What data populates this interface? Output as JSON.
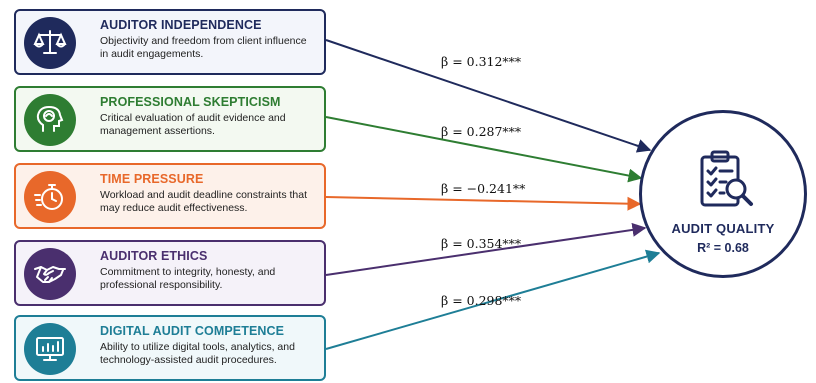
{
  "factors": [
    {
      "title": "AUDITOR INDEPENDENCE",
      "description": "Objectivity and freedom from client influence in audit engagements.",
      "icon": "scales-icon",
      "color": "#1f2a5c",
      "bg": "#f3f5fb",
      "beta": "β = 0.312***"
    },
    {
      "title": "PROFESSIONAL SKEPTICISM",
      "description": "Critical evaluation of audit evidence and management assertions.",
      "icon": "brain-head-icon",
      "color": "#2e7d32",
      "bg": "#f3f9f1",
      "beta": "β = 0.287***"
    },
    {
      "title": "TIME PRESSURE",
      "description": "Workload and audit deadline constraints that may reduce audit effectiveness.",
      "icon": "stopwatch-icon",
      "color": "#e8682a",
      "bg": "#fdf1ea",
      "beta": "β = −0.241**"
    },
    {
      "title": "AUDITOR ETHICS",
      "description": "Commitment to integrity, honesty, and professional responsibility.",
      "icon": "handshake-icon",
      "color": "#4a2f6e",
      "bg": "#f5f2f9",
      "beta": "β = 0.354***"
    },
    {
      "title": "DIGITAL AUDIT COMPETENCE",
      "description": "Ability to utilize digital tools, analytics, and technology-assisted audit procedures.",
      "icon": "monitor-chart-icon",
      "color": "#1e7e96",
      "bg": "#f0f8fa",
      "beta": "β = 0.298***"
    }
  ],
  "outcome": {
    "title": "AUDIT QUALITY",
    "r2": "R² = 0.68",
    "icon": "clipboard-checklist-icon",
    "color": "#1f2a5c"
  }
}
